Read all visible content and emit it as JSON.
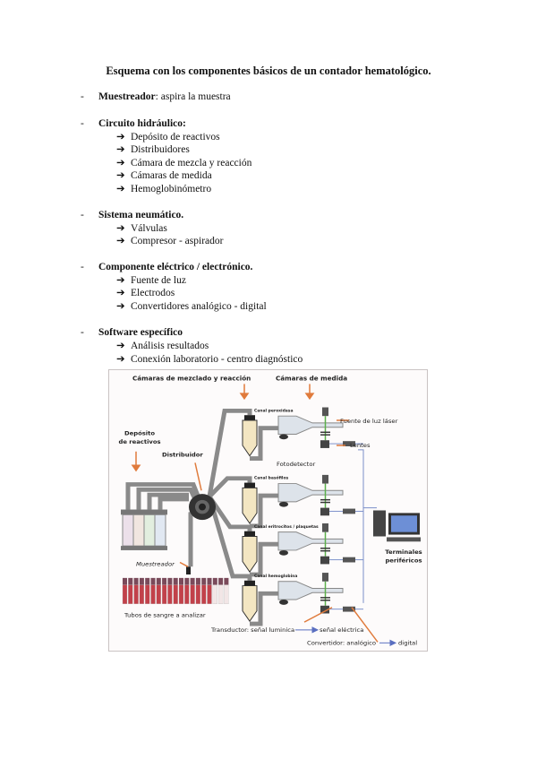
{
  "title": "Esquema con los componentes básicos de un contador hematológico.",
  "sections": [
    {
      "heading": "Muestreador",
      "suffix": ": aspira la muestra",
      "items": []
    },
    {
      "heading": "Circuito hidráulico:",
      "suffix": "",
      "items": [
        "Depósito de reactivos",
        "Distribuidores",
        "Cámara de mezcla y reacción",
        "Cámaras de medida",
        "Hemoglobinómetro"
      ]
    },
    {
      "heading": "Sistema neumático.",
      "suffix": "",
      "items": [
        "Válvulas",
        "Compresor - aspirador"
      ]
    },
    {
      "heading": "Componente eléctrico / electrónico.",
      "suffix": "",
      "items": [
        "Fuente de luz",
        "Electrodos",
        "Convertidores analógico - digital"
      ]
    },
    {
      "heading": "Software específico",
      "suffix": "",
      "items": [
        "Análisis resultados",
        "Conexión laboratorio - centro diagnóstico"
      ]
    }
  ],
  "bullet": "-",
  "arrow": "➔",
  "figure": {
    "mixing_chambers": "Cámaras de mezclado y reacción",
    "measure_chambers": "Cámaras de medida",
    "reagent_deposit": [
      "Depósito",
      "de reactivos"
    ],
    "distributor": "Distribuidor",
    "laser": "Fuente de luz láser",
    "lenses": "Lentes",
    "photodetector": "Fotodetector",
    "channels": [
      "Canal peroxidasa",
      "Canal basófilos",
      "Canal eritrocitos / plaquetas",
      "Canal hemoglobina"
    ],
    "sampler": "Muestreador",
    "tubes": "Tubos de sangre a analizar",
    "terminals": [
      "Terminales",
      "periféricos"
    ],
    "transducer": [
      "Transductor: señal luminica",
      "señal eléctrica"
    ],
    "converter": [
      "Convertidor: analógico",
      "digital"
    ],
    "colors": {
      "accent": "#e07b3c",
      "tube": "#f3e6c2",
      "pipe": "#8a8a8a",
      "wire": "#7b8fc9",
      "laser": "#5bb04a",
      "blood": "#c2414a"
    }
  }
}
